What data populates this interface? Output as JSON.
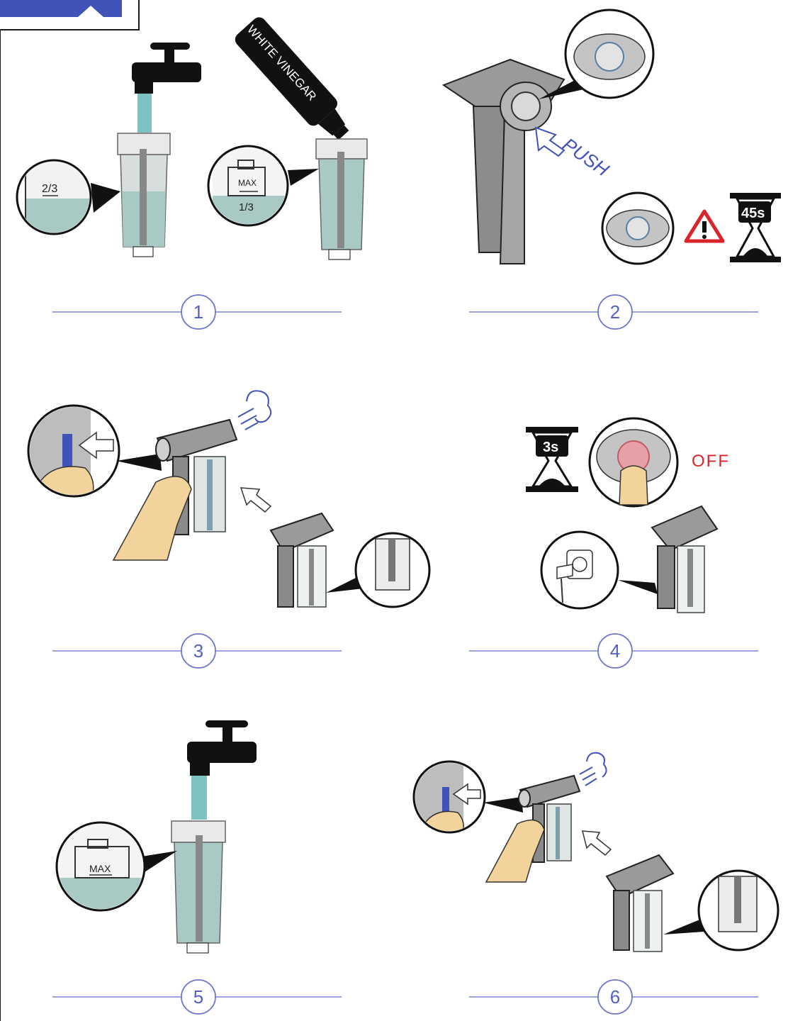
{
  "labels": {
    "vinegar": "WHITE VINEGAR",
    "two_thirds": "2/3",
    "max": "MAX",
    "one_third": "1/3",
    "push": "PUSH",
    "timer_45": "45s",
    "timer_3": "3s",
    "off": "OFF"
  },
  "steps": [
    "1",
    "2",
    "3",
    "4",
    "5",
    "6"
  ],
  "colors": {
    "water": "#a9c9c4",
    "stream": "#7cc3c2",
    "body_grey": "#9a9a9a",
    "outline": "#1a1a1a",
    "step_blue": "#6b76cf",
    "warning_red": "#d9242c",
    "off_red": "#d9242c",
    "skin": "#f3d39c",
    "accent_blue": "#3f53b8"
  }
}
